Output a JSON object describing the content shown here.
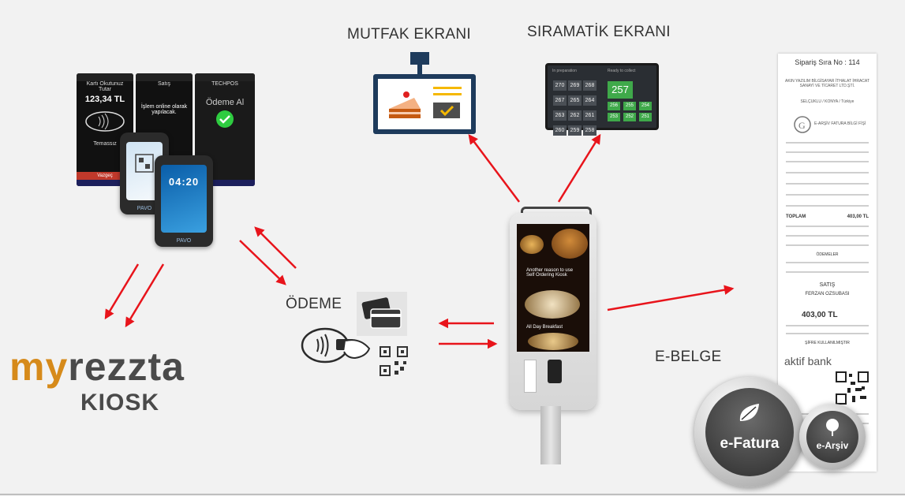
{
  "labels": {
    "mutfak": "MUTFAK EKRANI",
    "siramatik": "SIRAMATİK EKRANI",
    "odeme": "ÖDEME",
    "ebelge": "E-BELGE"
  },
  "brand": {
    "part1": "my",
    "part2": "rezzta",
    "subtitle": "KIOSK"
  },
  "phones": [
    {
      "title": "Kartı Okutunuz",
      "sub": "Tutar",
      "amount": "123,34 TL",
      "caption": "Temassız",
      "button": "Vazgeç"
    },
    {
      "title": "Satış",
      "message": "İşlem online olarak yapılacak."
    },
    {
      "title": "TECHPOS",
      "status": "Ödeme Al"
    }
  ],
  "pos": {
    "time": "04:20",
    "brand_a": "PAVO",
    "brand_b": "PAVO"
  },
  "board": {
    "left_header": "In preparation",
    "right_header": "Ready to collect",
    "preparing": [
      "270",
      "269",
      "268",
      "267",
      "265",
      "264",
      "263",
      "262",
      "261",
      "260",
      "259",
      "258"
    ],
    "ready_big": "257",
    "ready": [
      "256",
      "255",
      "254",
      "253",
      "252",
      "251"
    ]
  },
  "kiosk": {
    "promo1": "Another reason to use Self Ordering Kiosk",
    "promo2": "All Day Breakfast"
  },
  "receipt": {
    "title": "Sipariş Sıra No : 114",
    "company": "AKIN YAZILIM BİLGİSAYAR İTHALAT İHRACAT SANAYİ VE TİCARET LTD.ŞTİ.",
    "city": "SELÇUKLU / KONYA / Türkiye",
    "header2": "E-ARŞİV FATURA BİLGİ FİŞİ",
    "total_label": "TOPLAM",
    "total_value": "403,00 TL",
    "payment_title": "ÖDEMELER",
    "sale_label": "SATIŞ",
    "customer": "FERZAN OZSUBASI",
    "amount_big": "403,00 TL",
    "pin": "ŞİFRE KULLANILMIŞTIR",
    "bank": "aktif bank"
  },
  "badges": {
    "efatura": "e-Fatura",
    "earsiv": "e-Arşiv"
  },
  "colors": {
    "arrow": "#e8141b",
    "brand_orange": "#d68a1a",
    "brand_gray": "#4a4a4a",
    "kitchen_blue": "#1e3b5c",
    "ready_green": "#3fa94a"
  }
}
